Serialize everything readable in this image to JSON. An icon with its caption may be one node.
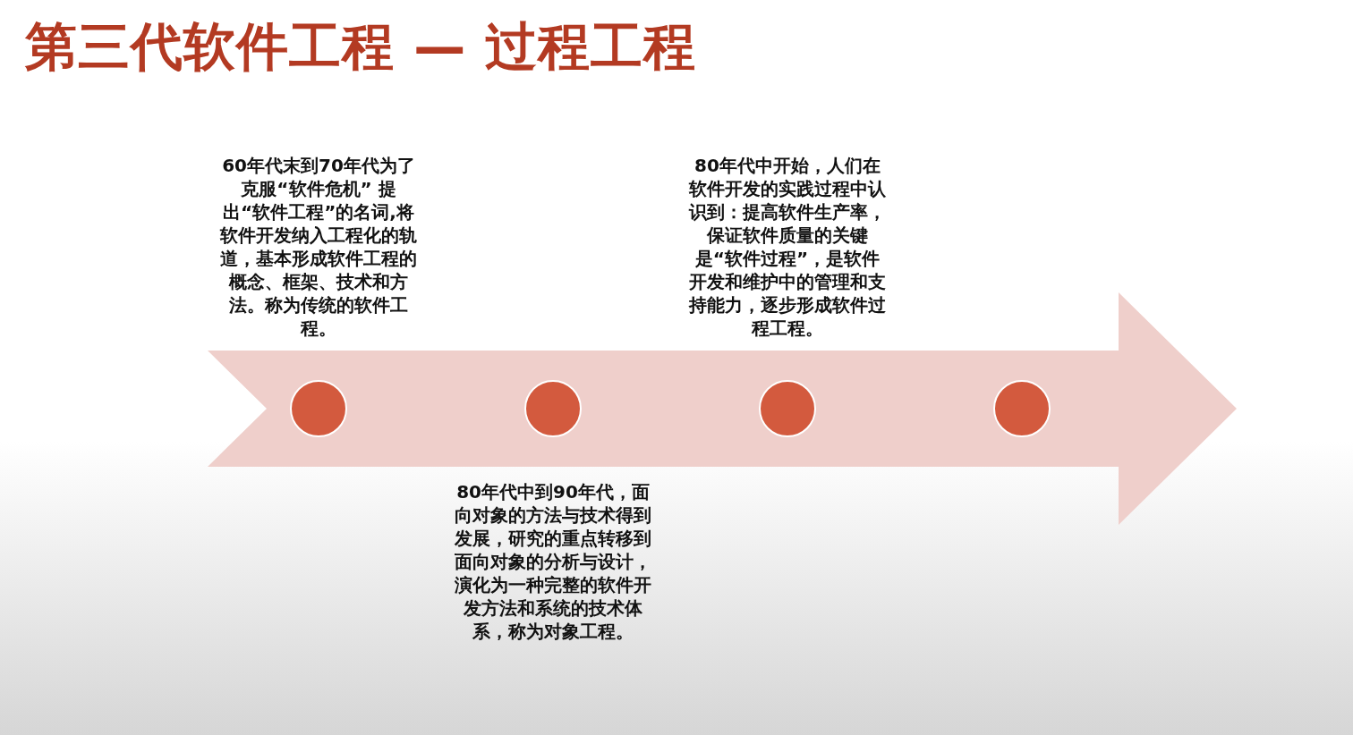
{
  "diagram": {
    "title": "第三代软件工程 — 过程工程",
    "nodes": [
      {
        "text": [],
        "shape": "circle",
        "beside": [
          "60年代末到70年代为了克服“软件危机” 提出“软件工程”的名词,将软件开发纳入工程化的轨道，基本形成软件工程的概念、框架、技术和方法。称为传统的软件工程。"
        ]
      },
      {
        "text": [],
        "shape": "circle",
        "beside": [
          "80年代中到90年代，面向对象的方法与技术得到发展，研究的重点转移到面向对象的分析与设计，演化为一种完整的软件开发方法和系统的技术体系，称为对象工程。"
        ]
      },
      {
        "text": [],
        "shape": "circle",
        "beside": [
          "80年代中开始，人们在软件开发的实践过程中认识到：提高软件生产率，保证软件质量的关键是“软件过程”，是软件开发和维护中的管理和支持能力，逐步形成软件过程工程。"
        ]
      },
      {
        "text": [],
        "shape": "circle"
      }
    ],
    "edges": []
  }
}
